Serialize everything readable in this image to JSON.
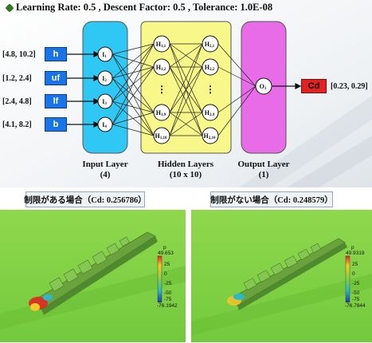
{
  "header": {
    "title": "Learning Rate: 0.5 , Descent Factor: 0.5 , Tolerance: 1.0E-08"
  },
  "inputs": [
    {
      "range": "[4.8, 10.2]",
      "label": "h",
      "node": "I",
      "sub": "1"
    },
    {
      "range": "[1.2, 2.4]",
      "label": "uf",
      "node": "I",
      "sub": "2"
    },
    {
      "range": "[2.4, 4.8]",
      "label": "lf",
      "node": "I",
      "sub": "3"
    },
    {
      "range": "[4.1, 8.2]",
      "label": "b",
      "node": "I",
      "sub": "4"
    }
  ],
  "hidden": {
    "col1": [
      {
        "name": "H",
        "sub": "1,1"
      },
      {
        "name": "H",
        "sub": "1,2"
      },
      {
        "name": "H",
        "sub": "1,9"
      },
      {
        "name": "H",
        "sub": "1,10"
      }
    ],
    "col2": [
      {
        "name": "H",
        "sub": "2,1"
      },
      {
        "name": "H",
        "sub": "2,2"
      },
      {
        "name": "H",
        "sub": "2,9"
      },
      {
        "name": "H",
        "sub": "2,10"
      }
    ],
    "ellipsis": "⋮"
  },
  "output": {
    "node": "O",
    "sub": "1",
    "label": "Cd",
    "range": "[0.23, 0.29]"
  },
  "layers": {
    "input": {
      "name": "Input Layer",
      "count": "(4)"
    },
    "hidden": {
      "name": "Hidden Layers",
      "count": "(10 x 10)"
    },
    "output": {
      "name": "Output Layer",
      "count": "(1)"
    }
  },
  "sims": [
    {
      "title": "制限がある場合（Cd: 0.256786）",
      "colorbar": {
        "var": "p",
        "max": "49.653",
        "ticks": [
          "25",
          "0",
          "-25",
          "-50",
          "-75"
        ],
        "min": "-76.1942"
      }
    },
    {
      "title": "制限がない場合（Cd: 0.248579）",
      "colorbar": {
        "var": "p",
        "max": "49.9319",
        "ticks": [
          "25",
          "0",
          "-25",
          "-50",
          "-75"
        ],
        "min": "-76.7844"
      }
    }
  ],
  "colors": {
    "input_layer": "#2fc8f5",
    "hidden_layer": "#f7f78a",
    "output_layer": "#e86be8",
    "input_box": "#1a74e8",
    "output_box": "#e22222",
    "sim_bg": "#7fd146"
  }
}
